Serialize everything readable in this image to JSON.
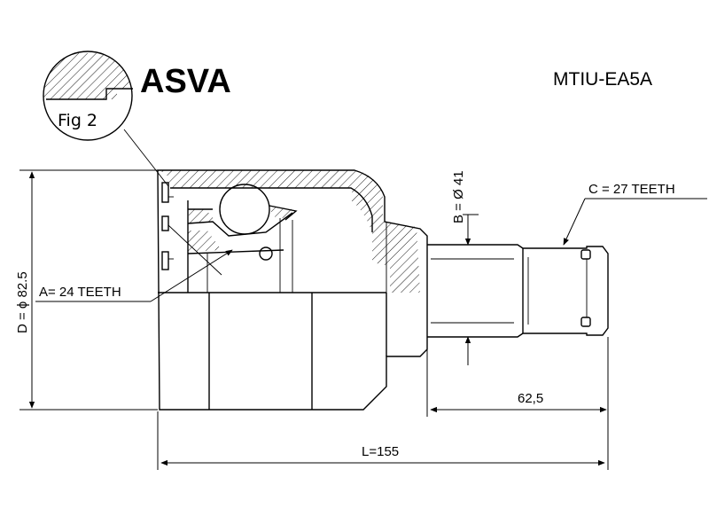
{
  "brand": "ASVA",
  "part_number": "MTIU-EA5A",
  "fig_label": "Fig 2",
  "labels": {
    "a_teeth": "A= 24 TEETH",
    "b_dia": "B = Ø 41",
    "c_teeth": "C = 27 TEETH",
    "d_dia": "D = ϕ 82.5",
    "dim_62": "62,5",
    "dim_l": "L=155"
  }
}
